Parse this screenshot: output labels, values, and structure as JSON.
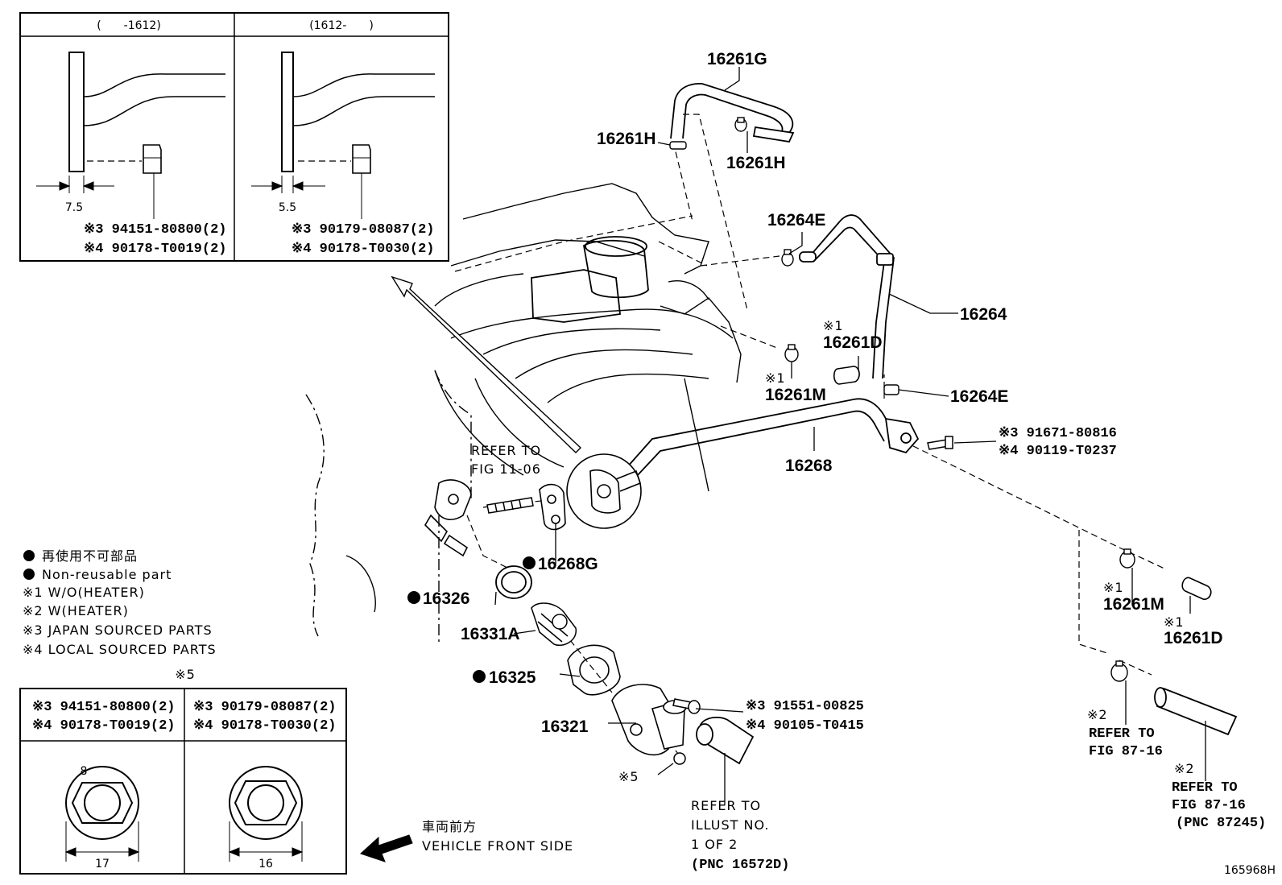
{
  "diagram_id": "165968H",
  "inset_top": {
    "left": {
      "header": "(　　-1612)",
      "dim": "7.5",
      "part_japan": "※3 94151-80800(2)",
      "part_local": "※4 90178-T0019(2)"
    },
    "right": {
      "header": "(1612-　　)",
      "dim": "5.5",
      "part_japan": "※3 90179-08087(2)",
      "part_local": "※4 90178-T0030(2)"
    }
  },
  "inset_bottom": {
    "marker": "※5",
    "left": {
      "part_japan": "※3 94151-80800(2)",
      "part_local": "※4 90178-T0019(2)",
      "small_dim": "8",
      "width_dim": "17"
    },
    "right": {
      "part_japan": "※3 90179-08087(2)",
      "part_local": "※4 90178-T0030(2)",
      "width_dim": "16"
    }
  },
  "legend": {
    "nonreusable_jp": "再使用不可部品",
    "nonreusable_en": "Non-reusable part",
    "note1": "※1 W/O(HEATER)",
    "note2": "※2 W(HEATER)",
    "note3": "※3 JAPAN SOURCED PARTS",
    "note4": "※4 LOCAL SOURCED PARTS"
  },
  "front": {
    "jp": "車両前方",
    "en": "VEHICLE FRONT SIDE"
  },
  "labels": {
    "p16261G": "16261G",
    "p16261H_a": "16261H",
    "p16261H_b": "16261H",
    "p16264E_a": "16264E",
    "p16264": "16264",
    "p16261D_mark": "※1",
    "p16261D": "16261D",
    "p16261M_mark": "※1",
    "p16261M": "16261M",
    "p16264E_b": "16264E",
    "p16268": "16268",
    "bolt_japan": "※3  91671-80816",
    "bolt_local": "※4  90119-T0237",
    "refer_fig_1": "REFER TO",
    "refer_fig_2": "FIG 11-06",
    "p16268G": "16268G",
    "p16326": "16326",
    "p16331A": "16331A",
    "p16325": "16325",
    "p16321": "16321",
    "screw_japan": "※3  91551-00825",
    "screw_local": "※4  90105-T0415",
    "mark5": "※5",
    "illust_1": "REFER TO",
    "illust_2": "ILLUST NO.",
    "illust_3": "1 OF 2",
    "illust_4": "(PNC 16572D)",
    "r16261M_mark": "※1",
    "r16261M": "16261M",
    "r16261D_mark": "※1",
    "r16261D": "16261D",
    "refer87a_mark": "※2",
    "refer87a_1": "REFER TO",
    "refer87a_2": "FIG 87-16",
    "refer87b_mark": "※2",
    "refer87b_1": "REFER TO",
    "refer87b_2": "FIG 87-16",
    "refer87b_3": "(PNC 87245)"
  }
}
